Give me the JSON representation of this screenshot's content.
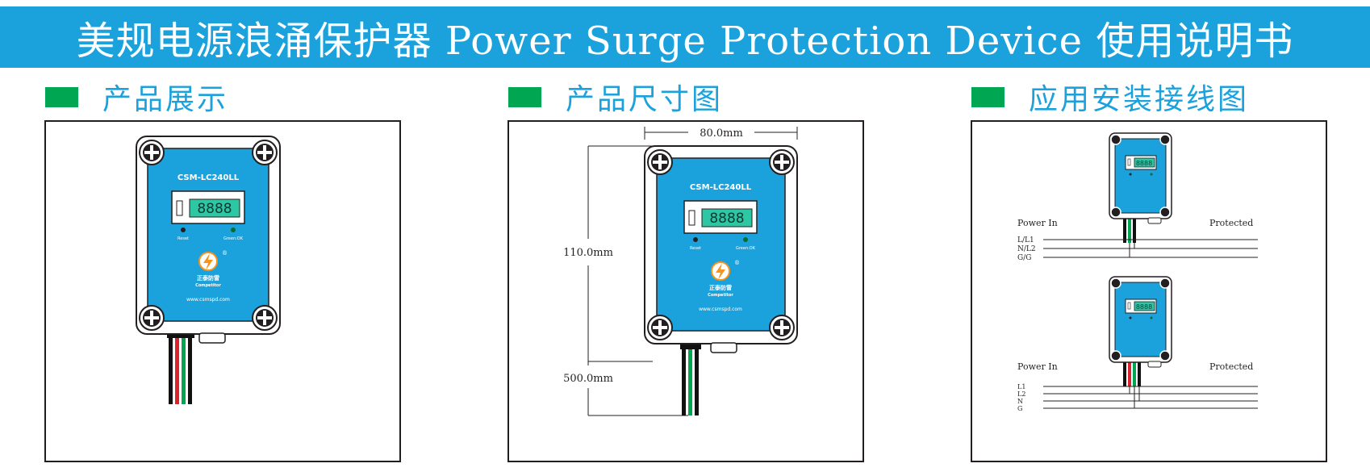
{
  "header": {
    "title": "美规电源浪涌保护器 Power Surge Protection Device  使用说明书"
  },
  "sections": [
    {
      "title": "产品展示"
    },
    {
      "title": "产品尺寸图"
    },
    {
      "title": "应用安装接线图"
    }
  ],
  "device": {
    "model": "CSM-LC240LL",
    "display": "8888",
    "reset_label": "Reset",
    "ok_label": "Green:OK",
    "brand_cn": "正泰防雷",
    "brand_en": "Competitor",
    "registered": "®",
    "website": "www.csmspd.com"
  },
  "dimensions": {
    "width": "80.0mm",
    "height": "110.0mm",
    "lead": "500.0mm"
  },
  "wiring": {
    "top": {
      "left_label": "Power In",
      "right_label": "Protected",
      "lines": [
        "L/L1",
        "N/L2",
        "G/G"
      ]
    },
    "bottom": {
      "left_label": "Power In",
      "right_label": "Protected",
      "lines": [
        "L1",
        "L2",
        "N",
        "G"
      ]
    }
  },
  "colors": {
    "banner": "#1ba2dd",
    "section_square": "#00a651",
    "device_face": "#1ba2dd",
    "lcd": "#2ec7a4"
  }
}
